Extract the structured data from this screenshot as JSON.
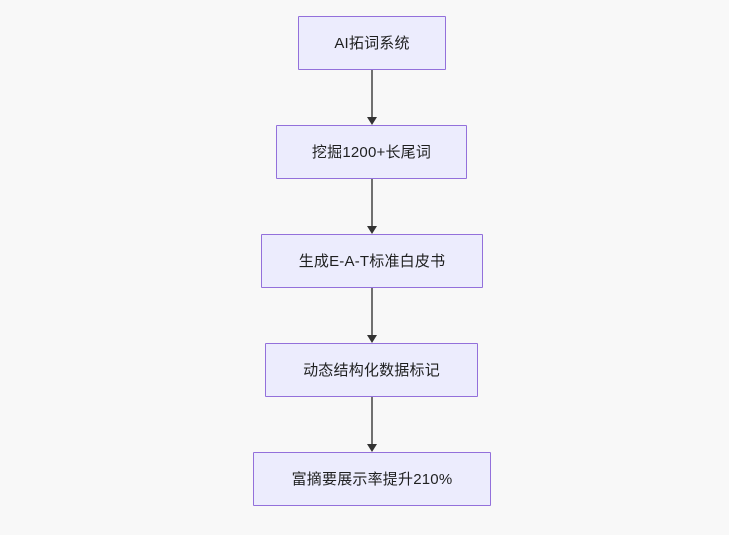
{
  "diagram": {
    "type": "flowchart",
    "direction": "top-to-bottom",
    "background_color": "#f8f8f8",
    "node_fill_color": "#ececfd",
    "node_border_color": "#9370db",
    "node_text_color": "#1f2020",
    "edge_line_color": "#707070",
    "edge_arrow_color": "#333333",
    "nodes": [
      {
        "id": "n1",
        "label": "AI拓词系统"
      },
      {
        "id": "n2",
        "label": "挖掘1200+长尾词"
      },
      {
        "id": "n3",
        "label": "生成E-A-T标准白皮书"
      },
      {
        "id": "n4",
        "label": "动态结构化数据标记"
      },
      {
        "id": "n5",
        "label": "富摘要展示率提升210%"
      }
    ],
    "edges": [
      {
        "id": "e1",
        "from": "n1",
        "to": "n2",
        "arrow": "arrow-down-icon"
      },
      {
        "id": "e2",
        "from": "n2",
        "to": "n3",
        "arrow": "arrow-down-icon"
      },
      {
        "id": "e3",
        "from": "n3",
        "to": "n4",
        "arrow": "arrow-down-icon"
      },
      {
        "id": "e4",
        "from": "n4",
        "to": "n5",
        "arrow": "arrow-down-icon"
      }
    ]
  }
}
